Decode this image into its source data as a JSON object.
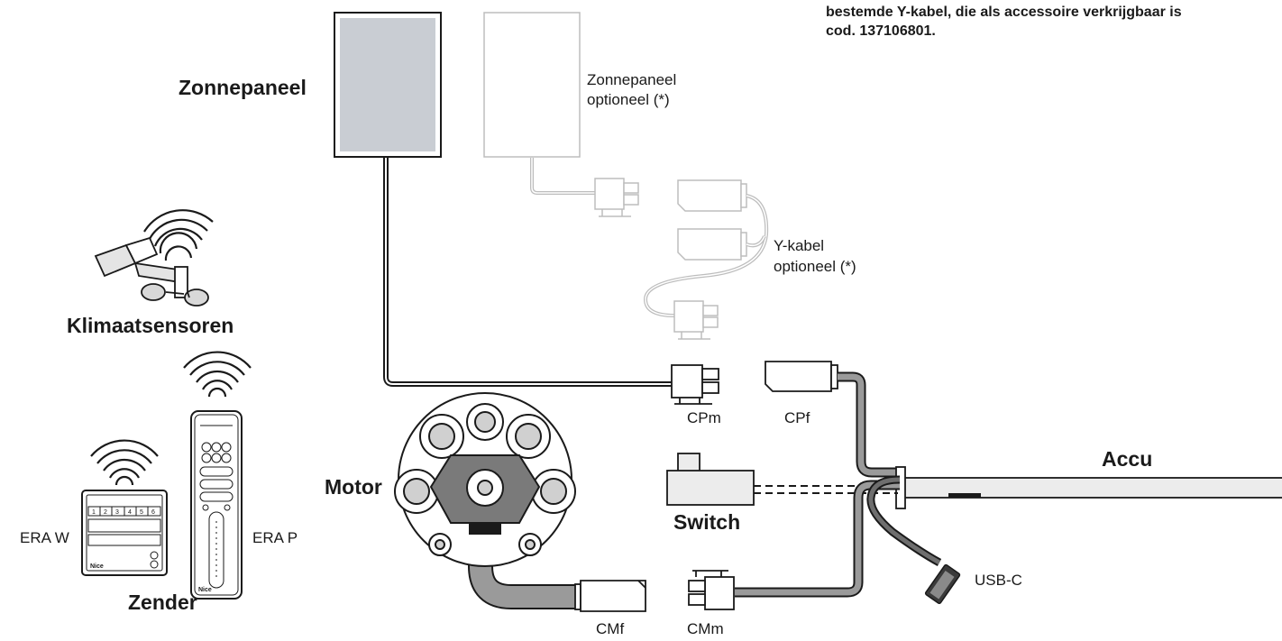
{
  "note": {
    "line1": "bestemde Y-kabel, die als accessoire verkrijgbaar is",
    "line2": "cod. 137106801."
  },
  "labels": {
    "zonnepaneel": "Zonnepaneel",
    "zonnepaneel_opt_line1": "Zonnepaneel",
    "zonnepaneel_opt_line2": "optioneel (*)",
    "ykabel_line1": "Y-kabel",
    "ykabel_line2": "optioneel (*)",
    "klimaatsensoren": "Klimaatsensoren",
    "zender": "Zender",
    "era_w": "ERA W",
    "era_p": "ERA P",
    "motor": "Motor",
    "switch": "Switch",
    "accu": "Accu",
    "cpm": "CPm",
    "cpf": "CPf",
    "cmf": "CMf",
    "cmm": "CMm",
    "usbc": "USB-C"
  },
  "device_text": {
    "nice": "Nice",
    "keys": [
      "1",
      "2",
      "3",
      "4",
      "5",
      "6"
    ]
  },
  "colors": {
    "panel_fill": "#c9cdd3",
    "cable_grey": "#9a9a9a",
    "optional_line": "#bdbdbd",
    "ink": "#1a1a1a"
  }
}
